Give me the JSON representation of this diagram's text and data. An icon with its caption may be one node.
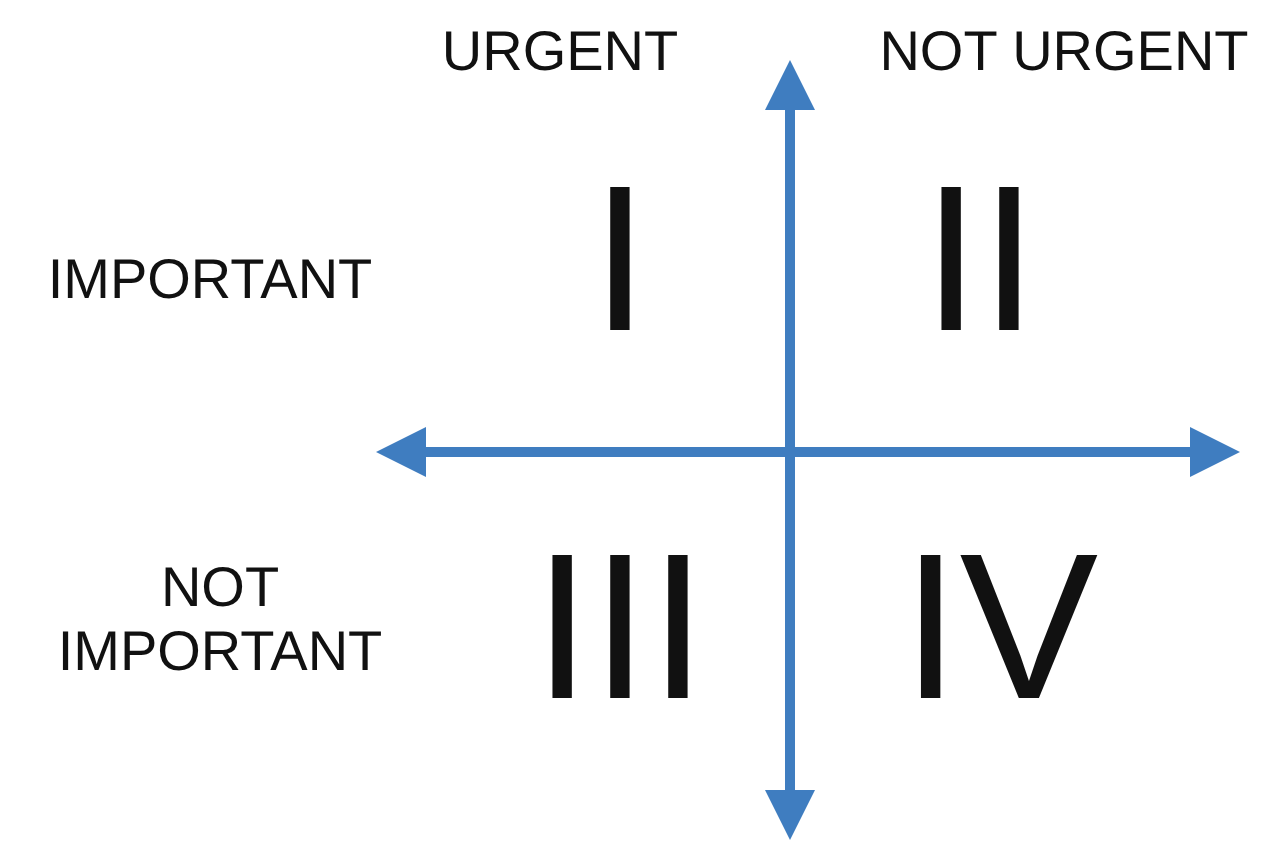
{
  "diagram": {
    "labels": [
      "URGENT",
      "NOT URGENT",
      "IMPORTANT",
      "I",
      "II",
      "NOT IMPORTANT",
      "III",
      "IV"
    ]
  }
}
